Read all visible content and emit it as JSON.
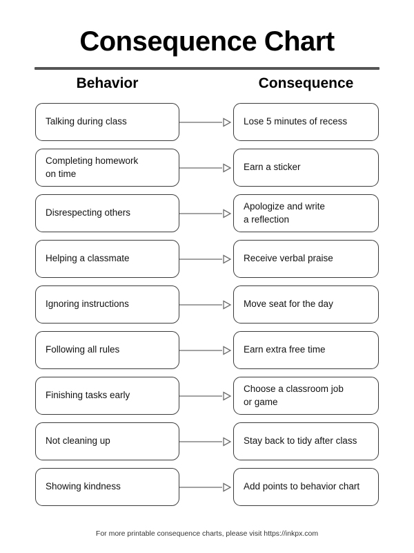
{
  "document": {
    "title": "Consequence Chart",
    "accent_rule_color": "#555555",
    "box_border_color": "#3a3a3a",
    "arrow_color": "#6b6b6b",
    "text_color": "#111111",
    "background_color": "#ffffff"
  },
  "columns": {
    "left_header": "Behavior",
    "right_header": "Consequence"
  },
  "arrow_icon": "arrow-right-open-head-icon",
  "rows": [
    {
      "behavior": "Talking during class",
      "consequence": "Lose 5 minutes of recess"
    },
    {
      "behavior": "Completing homework\non time",
      "consequence": "Earn a sticker"
    },
    {
      "behavior": "Disrespecting others",
      "consequence": "Apologize and write\na reflection"
    },
    {
      "behavior": "Helping a classmate",
      "consequence": "Receive verbal praise"
    },
    {
      "behavior": "Ignoring instructions",
      "consequence": "Move seat for the day"
    },
    {
      "behavior": "Following all rules",
      "consequence": "Earn extra free time"
    },
    {
      "behavior": "Finishing tasks early",
      "consequence": "Choose a classroom job\nor game"
    },
    {
      "behavior": "Not cleaning up",
      "consequence": "Stay back to tidy after class"
    },
    {
      "behavior": "Showing kindness",
      "consequence": "Add points to behavior chart"
    }
  ],
  "footer": {
    "text": "For more printable consequence charts, please visit https://inkpx.com"
  }
}
